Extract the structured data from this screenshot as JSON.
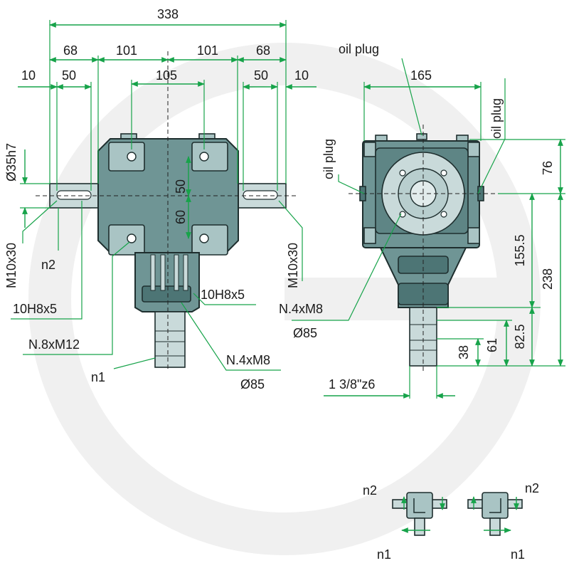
{
  "dimensions": {
    "total_width": "338",
    "left_shaft": "68",
    "left_half": "101",
    "right_half": "101",
    "right_shaft": "68",
    "left_key_offset": "10",
    "left_key_length": "50",
    "bolt_spacing": "105",
    "right_key_length": "50",
    "right_key_offset": "10",
    "shaft_diameter": "Ø35h7",
    "upper_height": "50",
    "lower_height": "60",
    "side_width": "165",
    "top_height": "76",
    "mid_height": "155.5",
    "full_height": "238",
    "h_82_5": "82.5",
    "h_61": "61",
    "h_38": "38"
  },
  "labels": {
    "oil_plug_top": "oil plug",
    "oil_plug_left": "oil plug",
    "oil_plug_right": "oil plug",
    "m10_left": "M10x30",
    "m10_right": "M10x30",
    "n2": "n2",
    "key_left": "10H8x5",
    "key_right": "10H8x5",
    "bolts_front": "N.8xM12",
    "n1": "n1",
    "flange_front_bolts": "N.4xM8",
    "flange_front_dia": "Ø85",
    "flange_side_bolts": "N.4xM8",
    "flange_side_dia": "Ø85",
    "spline": "1 3/8\"z6",
    "legend_n2_left": "n2",
    "legend_n2_right": "n2",
    "legend_n1_left": "n1",
    "legend_n1_right": "n1"
  },
  "colors": {
    "housing": "#6f9595",
    "plate": "#a9c4c4",
    "dimension": "#17a34a"
  }
}
